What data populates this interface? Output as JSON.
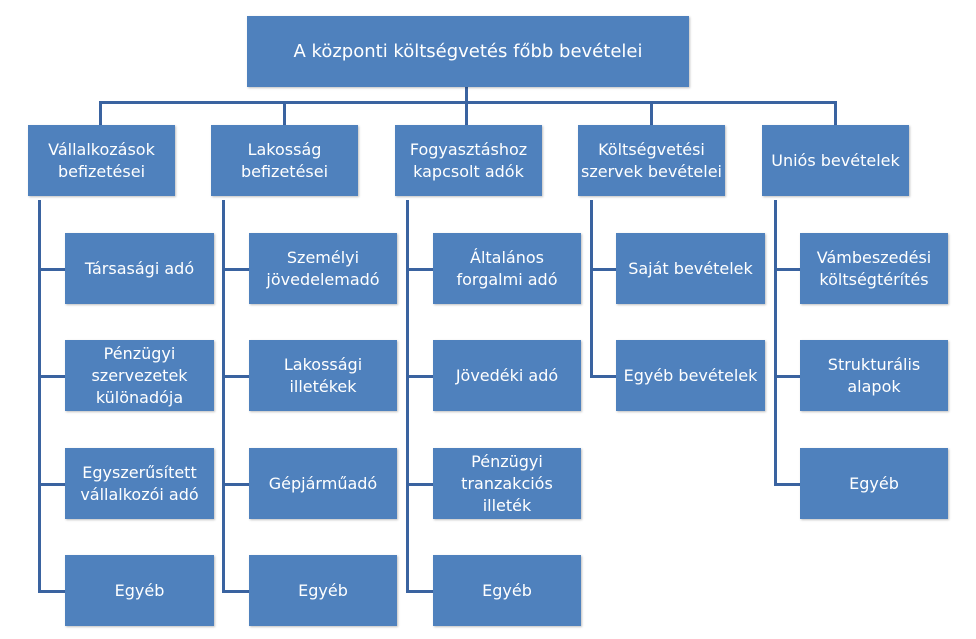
{
  "root": {
    "label": "A központi költségvetés főbb bevételei"
  },
  "categories": [
    {
      "label": "Vállalkozások\nbefizetései",
      "items": [
        "Társasági adó",
        "Pénzügyi\nszervezetek\nkülönadója",
        "Egyszerűsített\nvállalkozói adó",
        "Egyéb"
      ]
    },
    {
      "label": "Lakosság\nbefizetései",
      "items": [
        "Személyi\njövedelemadó",
        "Lakossági\nilletékek",
        "Gépjárműadó",
        "Egyéb"
      ]
    },
    {
      "label": "Fogyasztáshoz\nkapcsolt adók",
      "items": [
        "Általános\nforgalmi adó",
        "Jövedéki adó",
        "Pénzügyi\ntranzakciós\nilleték",
        "Egyéb"
      ]
    },
    {
      "label": "Költségvetési\nszervek bevételei",
      "items": [
        "Saját bevételek",
        "Egyéb bevételek"
      ]
    },
    {
      "label": "Uniós bevételek",
      "items": [
        "Vámbeszedési\nköltségtérítés",
        "Strukturális\nalapok",
        "Egyéb"
      ]
    }
  ]
}
